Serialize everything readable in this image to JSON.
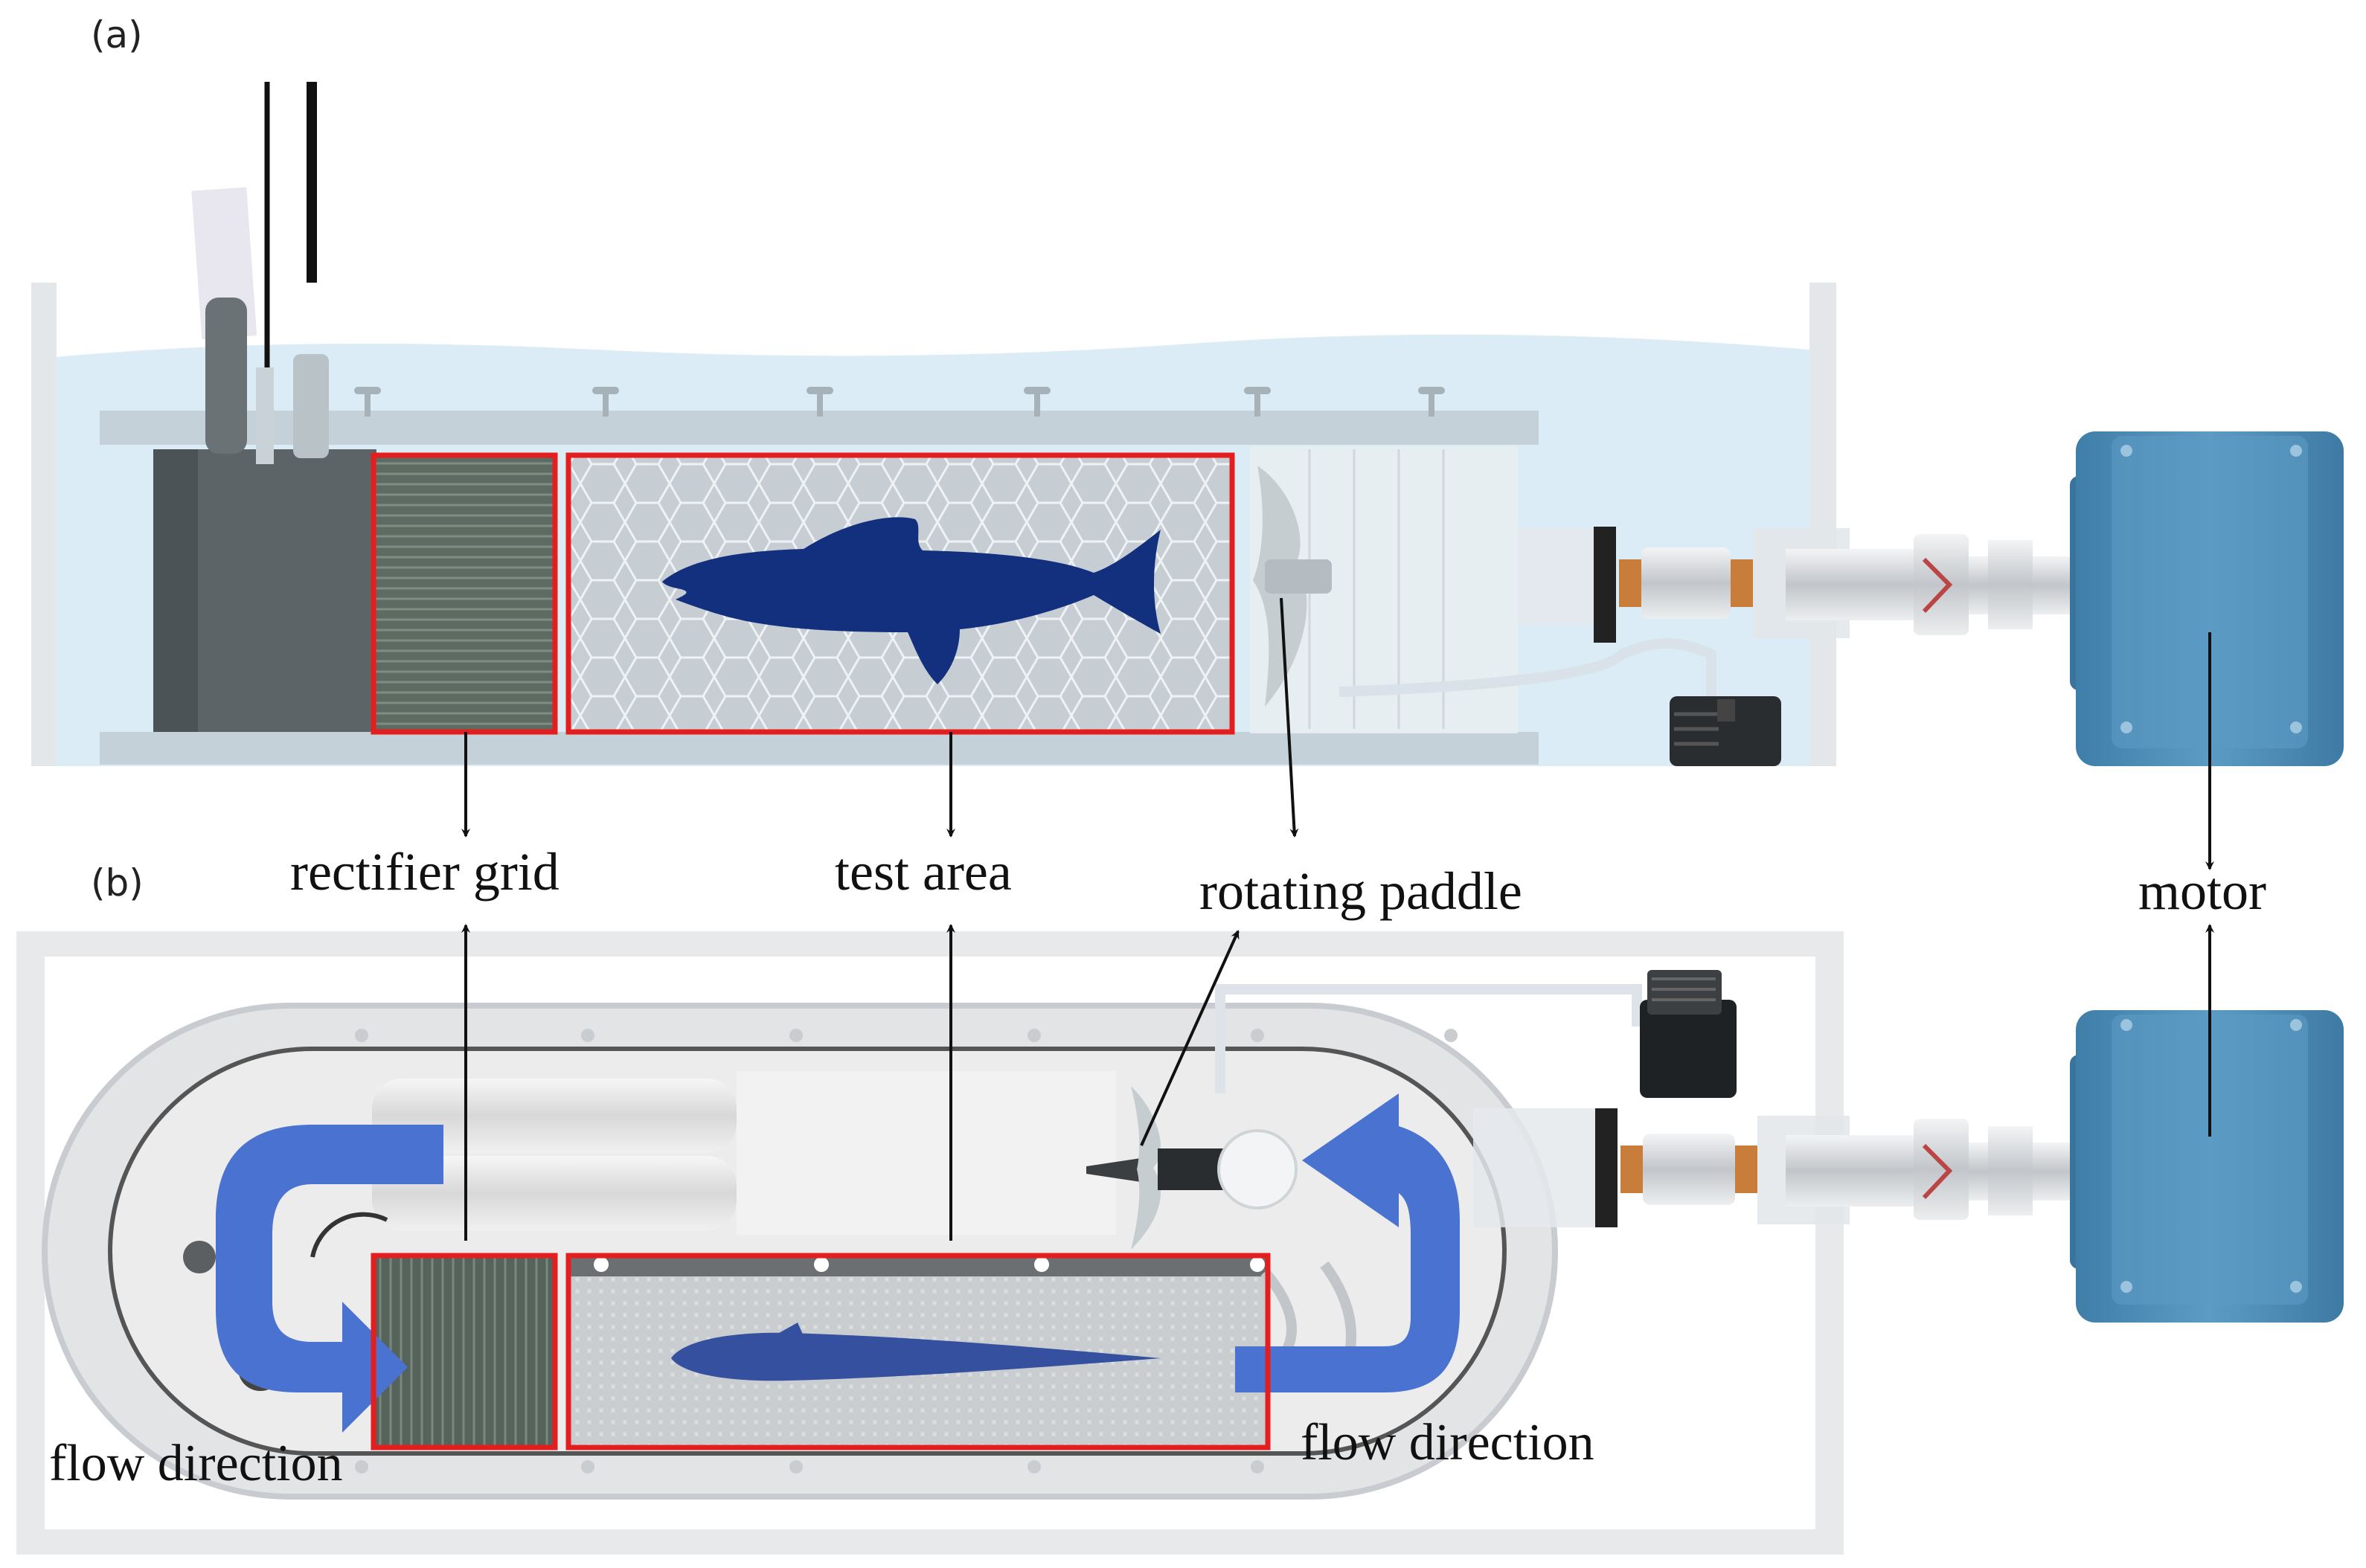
{
  "figure": {
    "panels": [
      {
        "id": "a",
        "label": "(a)"
      },
      {
        "id": "b",
        "label": "(b)"
      }
    ],
    "callouts": {
      "rectifier_grid": "rectifier grid",
      "test_area": "test area",
      "rotating_paddle": "rotating paddle",
      "motor": "motor",
      "flow_direction_left": "flow direction",
      "flow_direction_right": "flow direction"
    },
    "colors": {
      "highlight_box": "#e41e1e",
      "fish": "#13307f",
      "motor": "#4f8fb7",
      "flow_arrow": "#4a72d0",
      "water": "#dcecf6"
    },
    "icons": {
      "fish_top": "fish-side-silhouette",
      "fish_bottom": "fish-top-silhouette",
      "motor": "electric-motor",
      "pump": "water-pump",
      "paddle": "propeller"
    }
  }
}
